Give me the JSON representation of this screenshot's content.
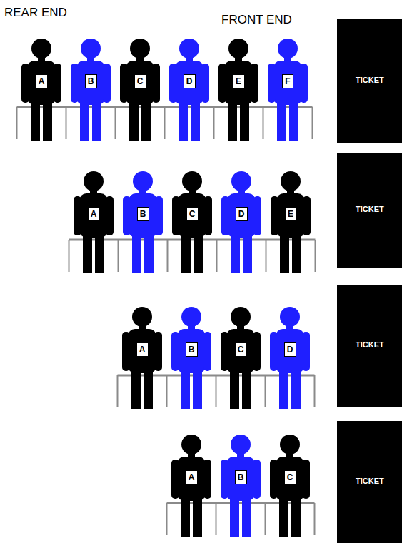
{
  "diagram": {
    "nodes": [
      {
        "text": [
          "A"
        ]
      },
      {
        "text": [
          "B"
        ]
      },
      {
        "text": [
          "C"
        ]
      },
      {
        "text": [
          "D"
        ]
      },
      {
        "text": [
          "E"
        ]
      },
      {
        "text": [
          "F"
        ]
      },
      {
        "text": [
          "TICKET"
        ]
      },
      {
        "text": [
          "A"
        ]
      },
      {
        "text": [
          "B"
        ]
      },
      {
        "text": [
          "C"
        ]
      },
      {
        "text": [
          "D"
        ]
      },
      {
        "text": [
          "E"
        ]
      },
      {
        "text": [
          "TICKET"
        ]
      },
      {
        "text": [
          "A"
        ]
      },
      {
        "text": [
          "B"
        ]
      },
      {
        "text": [
          "C"
        ]
      },
      {
        "text": [
          "D"
        ]
      },
      {
        "text": [
          "TICKET"
        ]
      },
      {
        "text": [
          "A"
        ]
      },
      {
        "text": [
          "B"
        ]
      },
      {
        "text": [
          "C"
        ]
      },
      {
        "text": [
          "TICKET"
        ]
      }
    ],
    "labels": [
      "REAR END",
      "FRONT END"
    ]
  }
}
